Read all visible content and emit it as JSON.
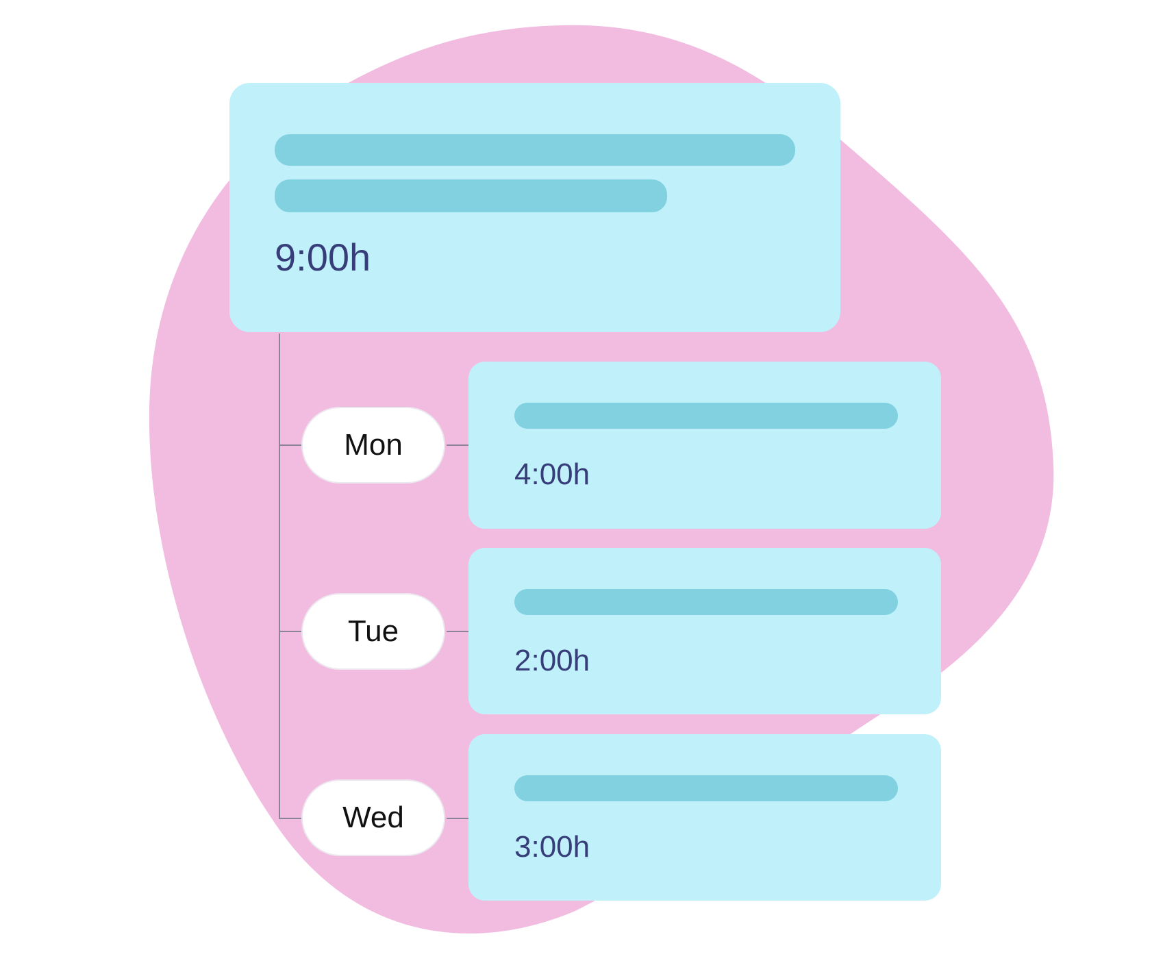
{
  "summary": {
    "total": "9:00h"
  },
  "days": [
    {
      "label": "Mon",
      "hours": "4:00h"
    },
    {
      "label": "Tue",
      "hours": "2:00h"
    },
    {
      "label": "Wed",
      "hours": "3:00h"
    }
  ],
  "colors": {
    "blob": "#f2bbe0",
    "card": "#c0f1fb",
    "bar": "#81d1e1",
    "hours_text": "#363d79",
    "connector": "#8b8496",
    "pill": "#ffffff"
  }
}
